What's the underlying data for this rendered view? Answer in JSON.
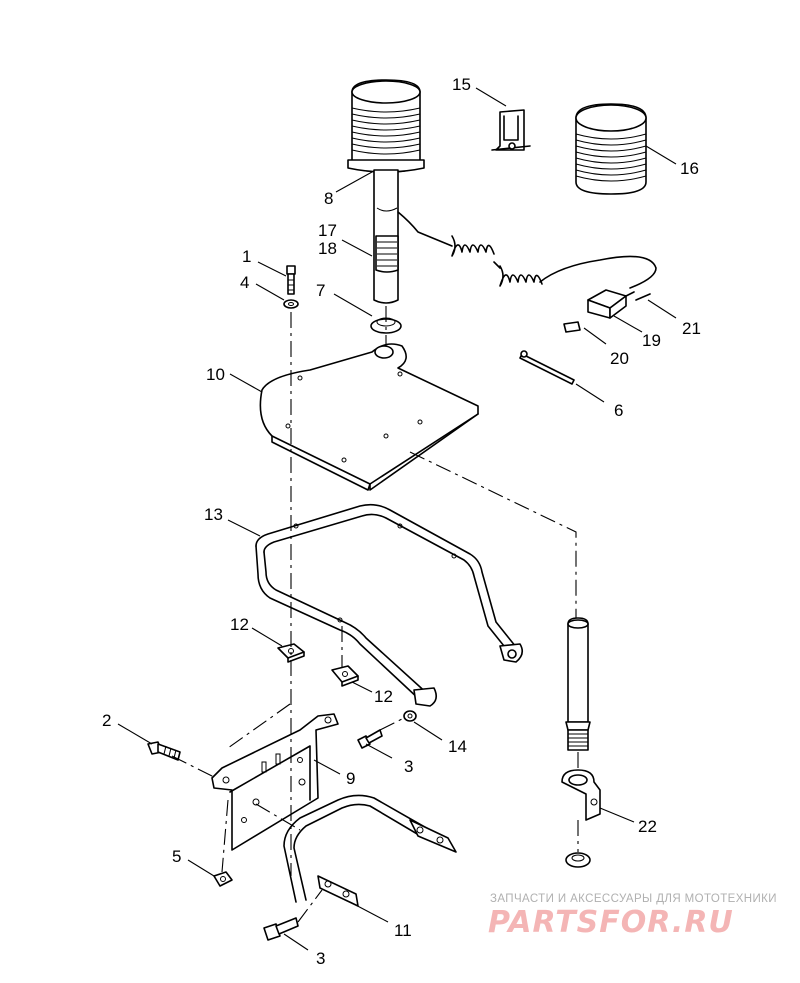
{
  "callouts": {
    "c1": "1",
    "c2": "2",
    "c3a": "3",
    "c3b": "3",
    "c4": "4",
    "c5": "5",
    "c6": "6",
    "c7": "7",
    "c8": "8",
    "c9": "9",
    "c10": "10",
    "c11": "11",
    "c12a": "12",
    "c12b": "12",
    "c13": "13",
    "c14": "14",
    "c15": "15",
    "c16": "16",
    "c17": "17",
    "c18": "18",
    "c19": "19",
    "c20": "20",
    "c21": "21",
    "c22": "22"
  },
  "watermark": {
    "tagline": "ЗАПЧАСТИ И АКСЕССУАРЫ ДЛЯ МОТОТЕХНИКИ",
    "brand": "PARTSFOR.RU"
  }
}
